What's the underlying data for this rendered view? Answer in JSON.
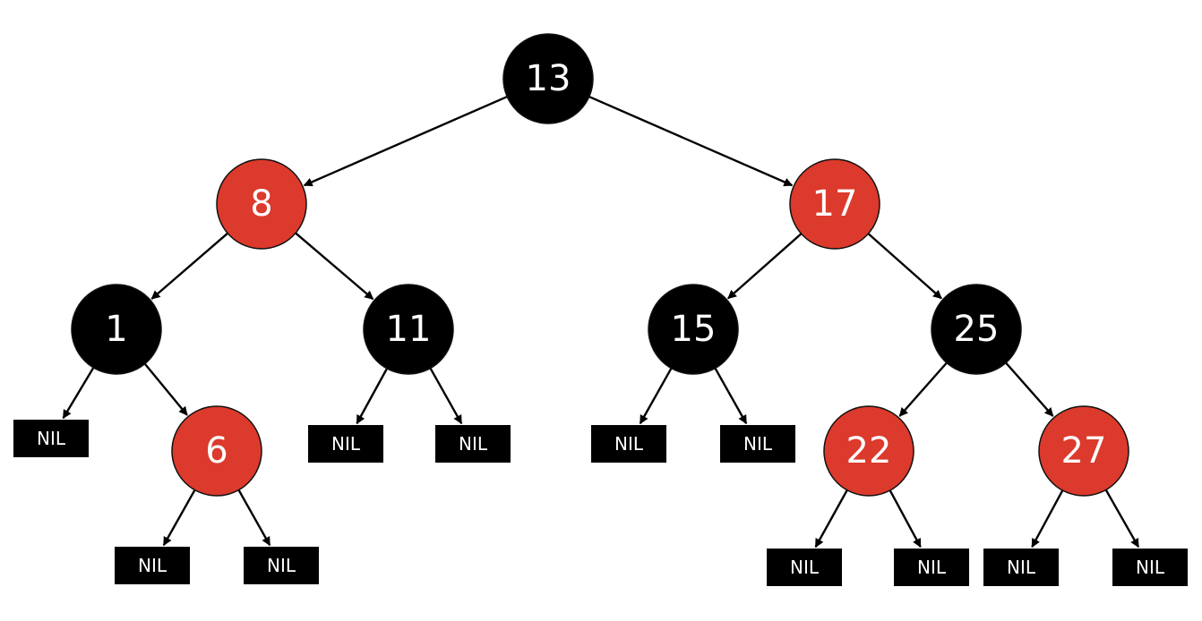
{
  "tree": {
    "colors": {
      "red": "#dc3a2c",
      "black": "#000000",
      "text": "#ffffff",
      "edge": "#000000"
    },
    "nodes": [
      {
        "id": "n13",
        "label": "13",
        "color": "black",
        "parent": null
      },
      {
        "id": "n8",
        "label": "8",
        "color": "red",
        "parent": "n13"
      },
      {
        "id": "n17",
        "label": "17",
        "color": "red",
        "parent": "n13"
      },
      {
        "id": "n1",
        "label": "1",
        "color": "black",
        "parent": "n8"
      },
      {
        "id": "n11",
        "label": "11",
        "color": "black",
        "parent": "n8"
      },
      {
        "id": "n15",
        "label": "15",
        "color": "black",
        "parent": "n17"
      },
      {
        "id": "n25",
        "label": "25",
        "color": "black",
        "parent": "n17"
      },
      {
        "id": "n6",
        "label": "6",
        "color": "red",
        "parent": "n1"
      },
      {
        "id": "n22",
        "label": "22",
        "color": "red",
        "parent": "n25"
      },
      {
        "id": "n27",
        "label": "27",
        "color": "red",
        "parent": "n25"
      }
    ],
    "nil_label": "NIL",
    "nil_leaves": [
      {
        "id": "nil-1-left",
        "parent": "n1"
      },
      {
        "id": "nil-6-left",
        "parent": "n6"
      },
      {
        "id": "nil-6-right",
        "parent": "n6"
      },
      {
        "id": "nil-11-left",
        "parent": "n11"
      },
      {
        "id": "nil-11-right",
        "parent": "n11"
      },
      {
        "id": "nil-15-left",
        "parent": "n15"
      },
      {
        "id": "nil-15-right",
        "parent": "n15"
      },
      {
        "id": "nil-22-left",
        "parent": "n22"
      },
      {
        "id": "nil-22-right",
        "parent": "n22"
      },
      {
        "id": "nil-27-left",
        "parent": "n27"
      },
      {
        "id": "nil-27-right",
        "parent": "n27"
      }
    ]
  }
}
